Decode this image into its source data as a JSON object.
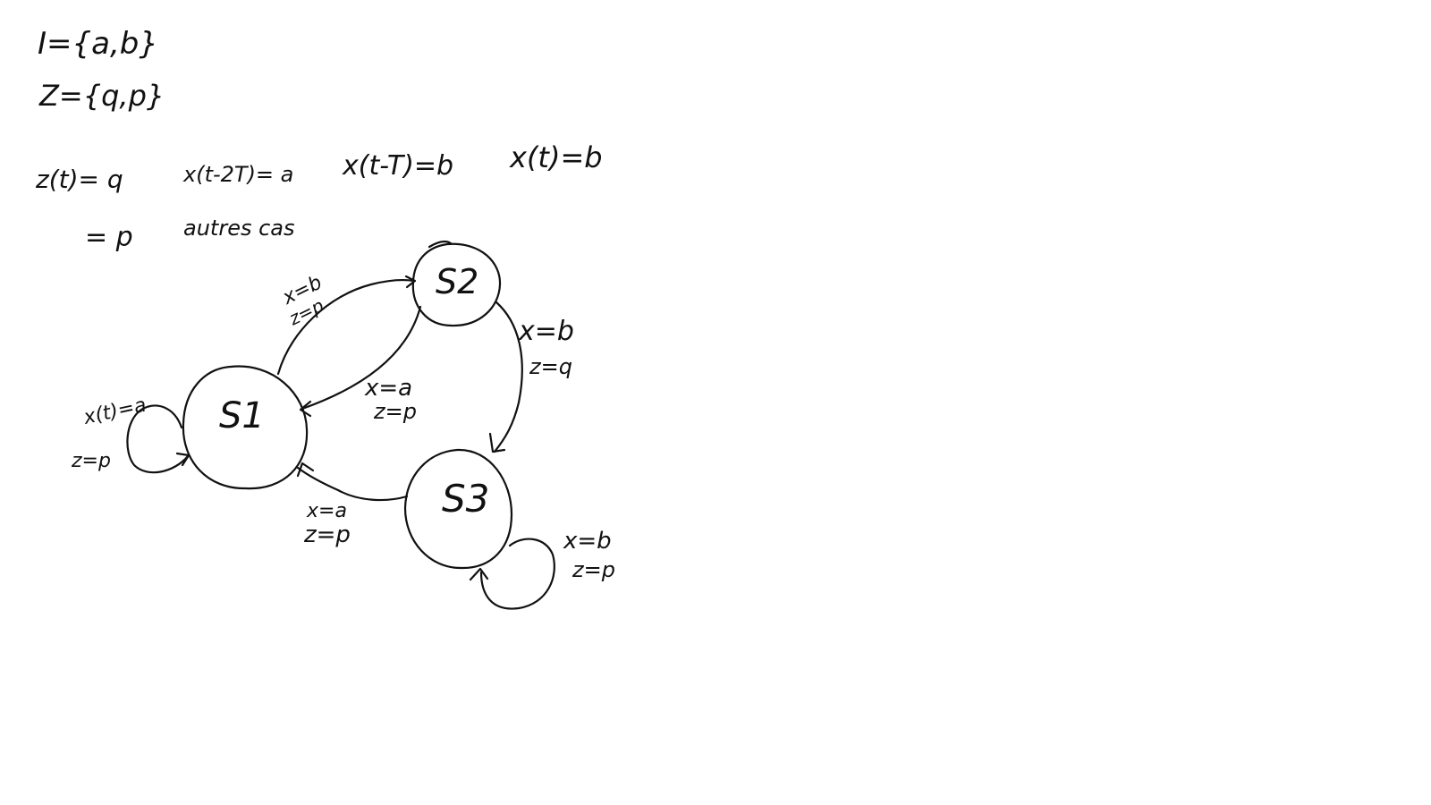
{
  "definitions": {
    "input_set": "I={a,b}",
    "output_set": "Z={q,p}"
  },
  "output_function": {
    "case1_lhs": "z(t)= q",
    "case1_cond1": "x(t-2T)= a",
    "case1_cond2": "x(t-T)=b",
    "case1_cond3": "x(t)=b",
    "case2_lhs": "= p",
    "case2_cond": "autres cas"
  },
  "states": {
    "s1": "S1",
    "s2": "S2",
    "s3": "S3"
  },
  "transitions": {
    "s1_s2": {
      "input": "x=b",
      "output": "z=p"
    },
    "s2_s1": {
      "input": "x=a",
      "output": "z=p"
    },
    "s2_s3": {
      "input": "x=b",
      "output": "z=q"
    },
    "s3_s1": {
      "input": "x=a",
      "output": "z=p"
    },
    "s1_loop": {
      "input": "x(t)=a",
      "output": "z=p"
    },
    "s3_loop": {
      "input": "x=b",
      "output": "z=p"
    }
  }
}
